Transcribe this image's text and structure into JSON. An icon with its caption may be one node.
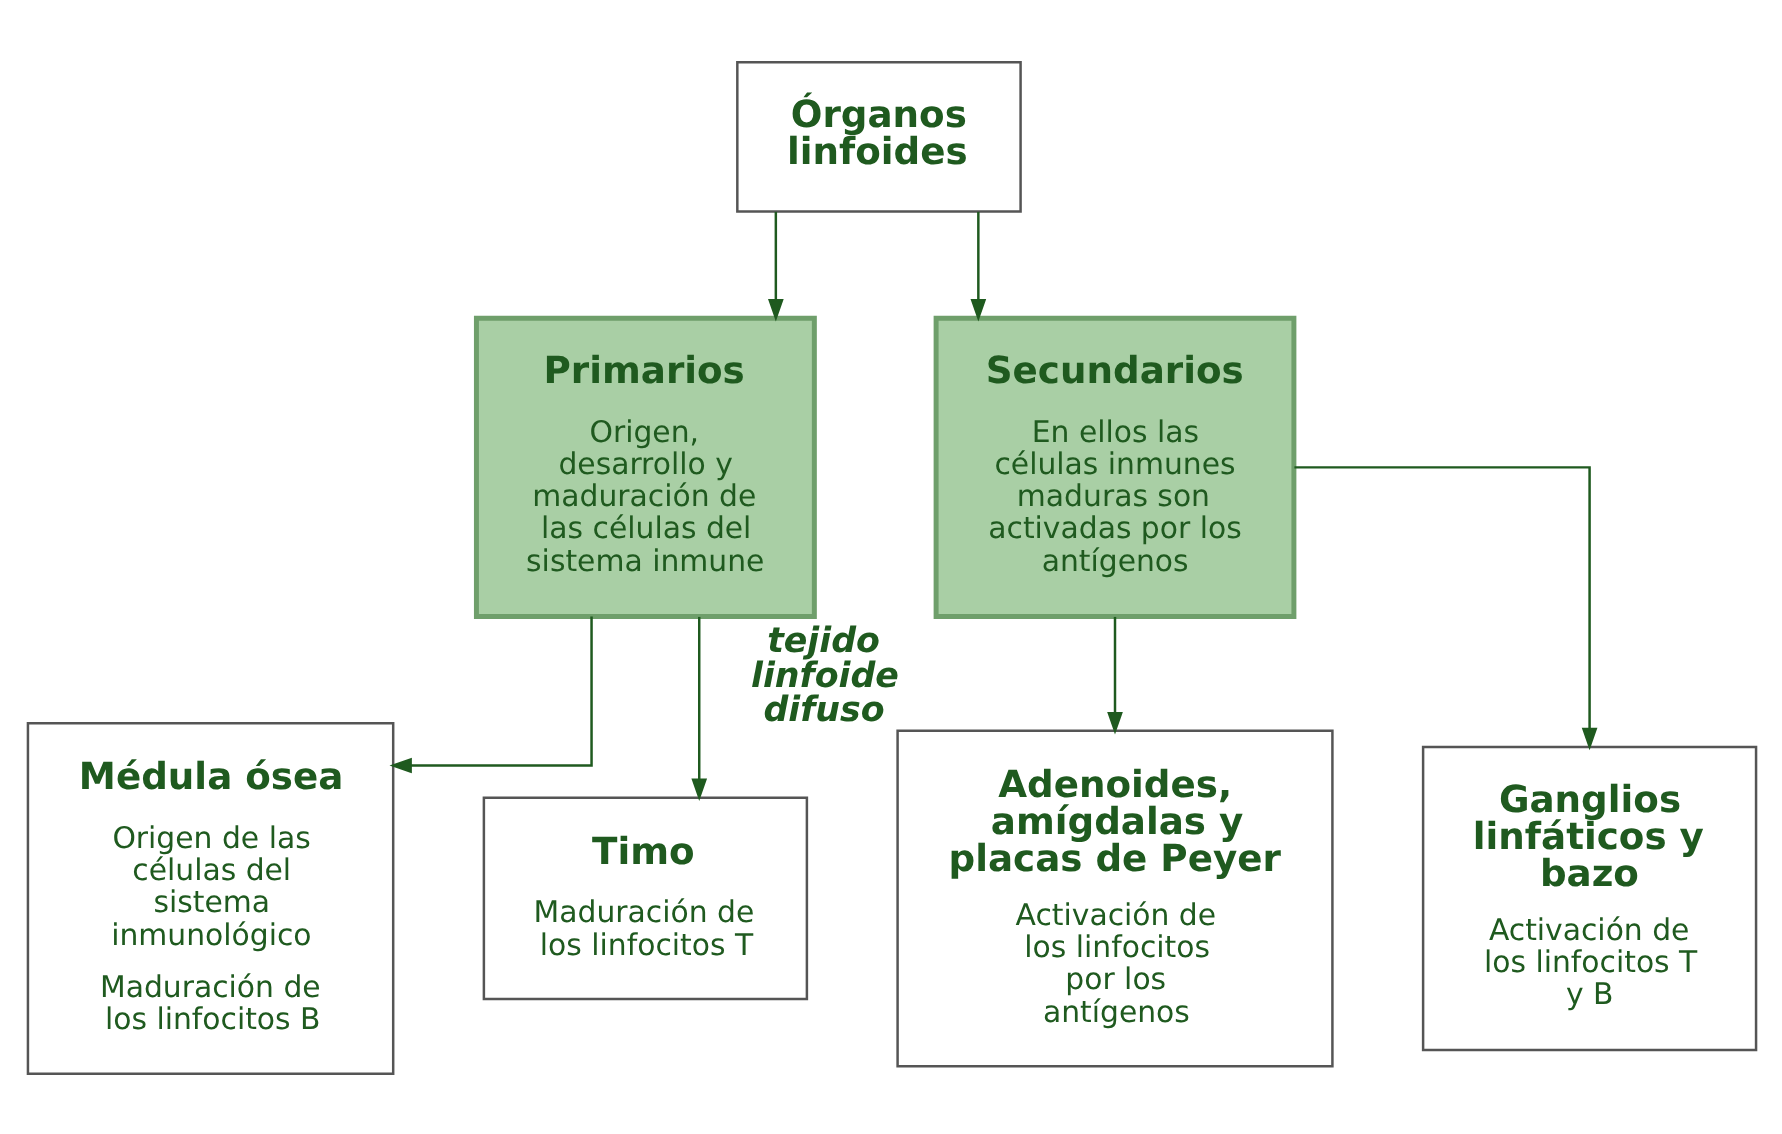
{
  "diagram": {
    "nodes": [
      {
        "text": [
          "Órganos linfoides"
        ]
      },
      {
        "text": [
          "Primarios",
          "Origen, desarrollo y maduración de las células del sistema inmune"
        ]
      },
      {
        "text": [
          "Secundarios",
          "En ellos las células inmunes maduras son activadas por los antígenos"
        ]
      },
      {
        "text": [
          "Médula ósea",
          "Origen de las células del sistema inmunológico",
          "Maduración de los linfocitos B"
        ]
      },
      {
        "text": [
          "Timo",
          "Maduración de los linfocitos T"
        ]
      },
      {
        "text": [
          "Adenoides, amígdalas y placas de Peyer",
          "Activación de los linfocitos por los antígenos"
        ],
        "beside": [
          "tejido linfoide difuso"
        ]
      },
      {
        "text": [
          "Ganglios linfáticos y bazo",
          "Activación de los linfocitos T y B"
        ]
      }
    ],
    "edges": [
      {
        "from": 0,
        "to": 1,
        "arrow": "to"
      },
      {
        "from": 0,
        "to": 2,
        "arrow": "to"
      },
      {
        "from": 1,
        "to": 3,
        "arrow": "to"
      },
      {
        "from": 1,
        "to": 4,
        "arrow": "to"
      },
      {
        "from": 2,
        "to": 5,
        "arrow": "to"
      },
      {
        "from": 2,
        "to": 6,
        "arrow": "to"
      }
    ]
  }
}
